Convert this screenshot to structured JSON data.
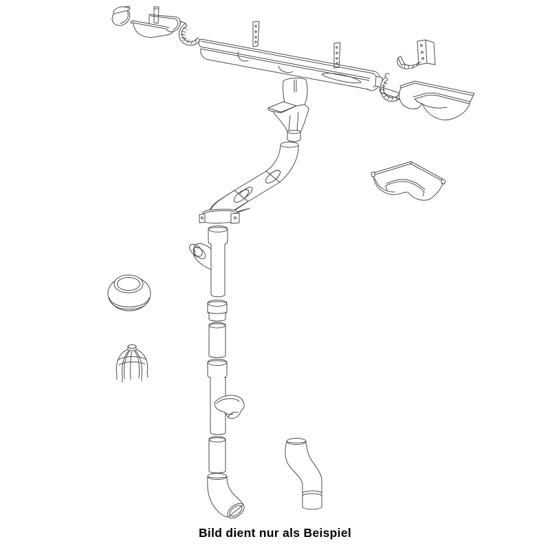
{
  "caption": {
    "text": "Bild dient nur als Beispiel"
  },
  "colors": {
    "background": "#ffffff",
    "line": "#4a4a4a",
    "caption_text": "#000000"
  },
  "illustration": {
    "type": "exploded-parts-line-drawing",
    "subject": "rain gutter and downpipe system",
    "components": [
      {
        "name": "gutter-end-cap"
      },
      {
        "name": "short-gutter-with-bracket"
      },
      {
        "name": "gutter-union-clamp-left"
      },
      {
        "name": "long-gutter-with-straps"
      },
      {
        "name": "gutter-union-clamp-right"
      },
      {
        "name": "gutter-hook-bracket"
      },
      {
        "name": "gutter-outside-corner"
      },
      {
        "name": "gutter-inside-corner"
      },
      {
        "name": "gutter-outlet-funnel"
      },
      {
        "name": "upper-elbow"
      },
      {
        "name": "connector-sleeve"
      },
      {
        "name": "lower-elbow"
      },
      {
        "name": "pipe-clamp-with-pin"
      },
      {
        "name": "branch-pipe"
      },
      {
        "name": "pipe-coupling"
      },
      {
        "name": "downpipe-section"
      },
      {
        "name": "water-collector-pipe"
      },
      {
        "name": "downpipe-section-lower"
      },
      {
        "name": "outlet-elbow"
      },
      {
        "name": "offset-s-bend"
      },
      {
        "name": "pipe-rosette-cap"
      },
      {
        "name": "leaf-strainer"
      }
    ]
  }
}
